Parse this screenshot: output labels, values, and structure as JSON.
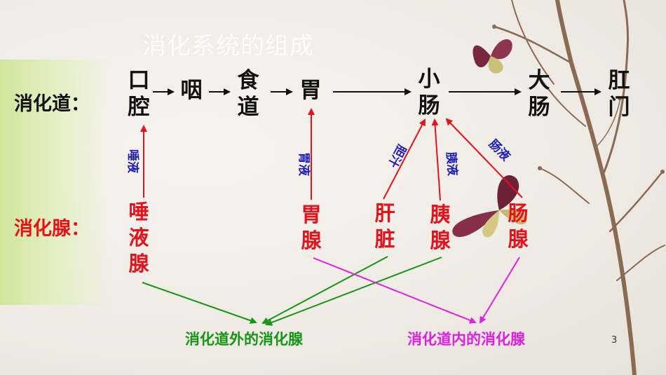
{
  "title": "消化系统的组成",
  "labels": {
    "tract": "消化道：",
    "glands": "消化腺："
  },
  "organs": {
    "mouth": [
      "口",
      "腔"
    ],
    "pharynx": [
      "咽"
    ],
    "esophagus": [
      "食",
      "道"
    ],
    "stomach": [
      "胃"
    ],
    "small_intestine": [
      "小",
      "肠"
    ],
    "large_intestine": [
      "大",
      "肠"
    ],
    "anus": [
      "肛",
      "门"
    ]
  },
  "glands": {
    "salivary": [
      "唾",
      "液",
      "腺"
    ],
    "gastric": [
      "胃",
      "腺"
    ],
    "liver": [
      "肝",
      "脏"
    ],
    "pancreas": [
      "胰",
      "腺"
    ],
    "intestinal": [
      "肠",
      "腺"
    ]
  },
  "juices": {
    "saliva": "唾液",
    "gastric": "胃液",
    "bile": "胆汁",
    "pancreatic": "胰液",
    "intestinal": "肠液"
  },
  "groups": {
    "outside": "消化道外的消化腺",
    "inside": "消化道内的消化腺"
  },
  "colors": {
    "gland": "#e8101a",
    "juice": "#1c1cc0",
    "outside": "#159615",
    "inside": "#e020e0"
  },
  "page_number": "3"
}
